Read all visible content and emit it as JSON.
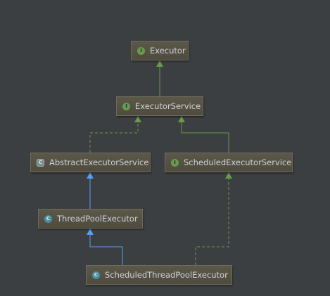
{
  "diagram": {
    "nodes": [
      {
        "id": "executor",
        "label": "Executor",
        "kind": "interface",
        "badge": "I"
      },
      {
        "id": "executor-service",
        "label": "ExecutorService",
        "kind": "interface",
        "badge": "I"
      },
      {
        "id": "abstract-executor-service",
        "label": "AbstractExecutorService",
        "kind": "abstract",
        "badge": "C"
      },
      {
        "id": "scheduled-executor-service",
        "label": "ScheduledExecutorService",
        "kind": "interface",
        "badge": "I"
      },
      {
        "id": "thread-pool-executor",
        "label": "ThreadPoolExecutor",
        "kind": "class",
        "badge": "C"
      },
      {
        "id": "scheduled-thread-pool-executor",
        "label": "ScheduledThreadPoolExecutor",
        "kind": "class",
        "badge": "C"
      }
    ],
    "edges": [
      {
        "from": "executor-service",
        "to": "executor",
        "type": "extends-interface"
      },
      {
        "from": "abstract-executor-service",
        "to": "executor-service",
        "type": "implements"
      },
      {
        "from": "scheduled-executor-service",
        "to": "executor-service",
        "type": "extends-interface"
      },
      {
        "from": "thread-pool-executor",
        "to": "abstract-executor-service",
        "type": "extends-class"
      },
      {
        "from": "scheduled-thread-pool-executor",
        "to": "thread-pool-executor",
        "type": "extends-class"
      },
      {
        "from": "scheduled-thread-pool-executor",
        "to": "scheduled-executor-service",
        "type": "implements"
      }
    ],
    "colors": {
      "background": "#3c3f41",
      "interface_edge": "#6a9a4e",
      "class_edge": "#589df6"
    }
  }
}
